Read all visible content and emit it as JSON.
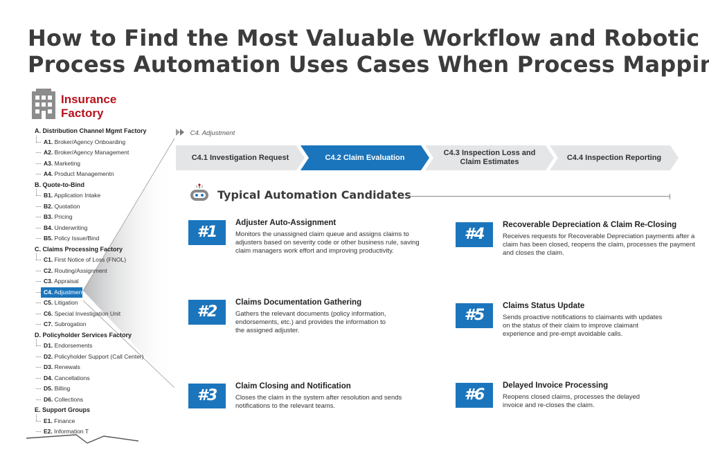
{
  "title": {
    "line1": "How to Find the Most Valuable Workflow and Robotic",
    "line2": "Process Automation Uses Cases When Process Mapping"
  },
  "brand": {
    "line1": "Insurance",
    "line2": "Factory",
    "color": "#b5121b",
    "icon": "building-icon"
  },
  "sidebar": {
    "groups": [
      {
        "label": "A. Distribution Channel Mgmt Factory",
        "items": [
          {
            "code": "A1.",
            "label": "Broker/Agency Onboarding"
          },
          {
            "code": "A2.",
            "label": "Broker/Agency Management"
          },
          {
            "code": "A3.",
            "label": "Marketing"
          },
          {
            "code": "A4.",
            "label": "Product Managementn"
          }
        ]
      },
      {
        "label": "B. Quote-to-Bind",
        "items": [
          {
            "code": "B1.",
            "label": "Application Intake"
          },
          {
            "code": "B2.",
            "label": "Quotation"
          },
          {
            "code": "B3.",
            "label": "Pricing"
          },
          {
            "code": "B4.",
            "label": "Underwriting"
          },
          {
            "code": "B5.",
            "label": "Policy Issue/Bind"
          }
        ]
      },
      {
        "label": "C. Claims Processing Factory",
        "items": [
          {
            "code": "C1.",
            "label": "First Notice of Loss (FNOL)"
          },
          {
            "code": "C2.",
            "label": "Routing/Assignment"
          },
          {
            "code": "C3.",
            "label": "Appraisal"
          },
          {
            "code": "C4.",
            "label": "Adjustment",
            "selected": true
          },
          {
            "code": "C5.",
            "label": "Litigation"
          },
          {
            "code": "C6.",
            "label": "Special Investigation Unit"
          },
          {
            "code": "C7.",
            "label": "Subrogation"
          }
        ]
      },
      {
        "label": "D. Policyholder Services Factory",
        "items": [
          {
            "code": "D1.",
            "label": "Endorsements"
          },
          {
            "code": "D2.",
            "label": "Policyholder Support (Call Center)"
          },
          {
            "code": "D3.",
            "label": "Renewals"
          },
          {
            "code": "D4.",
            "label": "Cancellations"
          },
          {
            "code": "D5.",
            "label": "Billing"
          },
          {
            "code": "D6.",
            "label": "Collections"
          }
        ]
      },
      {
        "label": "E. Support Groups",
        "items": [
          {
            "code": "E1.",
            "label": "Finance"
          },
          {
            "code": "E2.",
            "label": "Information T"
          }
        ]
      }
    ]
  },
  "breadcrumb": {
    "label": "C4. Adjustment",
    "icon": "chevron-arrows-icon"
  },
  "steps": [
    {
      "label": "C4.1 Investigation Request",
      "active": false
    },
    {
      "label": "C4.2 Claim Evaluation",
      "active": true
    },
    {
      "label": "C4.3 Inspection Loss and Claim Estimates",
      "active": false
    },
    {
      "label": "C4.4 Inspection Reporting",
      "active": false
    }
  ],
  "section": {
    "title": "Typical Automation Candidates",
    "icon": "robot-icon"
  },
  "candidates": [
    {
      "badge": "#1",
      "title": "Adjuster Auto-Assignment",
      "desc": "Monitors the unassigned claim queue and assigns claims to adjusters based on severity code or other business rule, saving claim managers work effort and improving productivity."
    },
    {
      "badge": "#2",
      "title": "Claims Documentation Gathering",
      "desc": "Gathers the relevant documents (policy information, endorsements, etc.) and provides the information to the assigned adjuster."
    },
    {
      "badge": "#3",
      "title": "Claim Closing and Notification",
      "desc": "Closes the claim in the system after resolution and sends notifications to the relevant teams."
    },
    {
      "badge": "#4",
      "title": "Recoverable Depreciation & Claim Re-Closing",
      "desc": "Receives requests for Recoverable Depreciation payments after a claim has been closed, reopens the claim, processes the payment and closes the claim."
    },
    {
      "badge": "#5",
      "title": "Claims Status Update",
      "desc": "Sends proactive notifications to claimants with updates on the status of their claim to improve claimant experience and pre-empt avoidable calls."
    },
    {
      "badge": "#6",
      "title": "Delayed Invoice Processing",
      "desc": "Reopens closed claims, processes the delayed invoice and re-closes the claim."
    }
  ],
  "colors": {
    "accent": "#1b75bc",
    "step": "#e4e5e6",
    "title": "#3c3c3c"
  }
}
